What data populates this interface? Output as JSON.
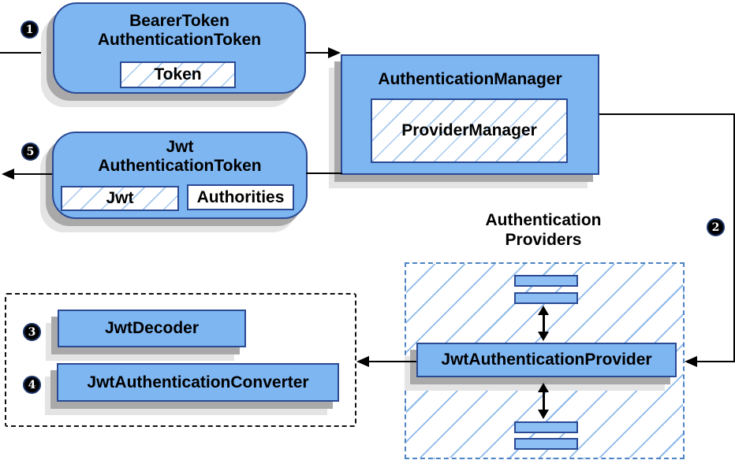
{
  "diagram": {
    "nodes": {
      "bearer": {
        "line1": "BearerToken",
        "line2": "AuthenticationToken",
        "chip": "Token"
      },
      "manager": {
        "title": "AuthenticationManager",
        "chip": "ProviderManager"
      },
      "jwt_token": {
        "line1": "Jwt",
        "line2": "AuthenticationToken",
        "chip1": "Jwt",
        "chip2": "Authorities"
      },
      "providers_label": {
        "line1": "Authentication",
        "line2": "Providers"
      },
      "jwt_auth_provider": {
        "title": "JwtAuthenticationProvider"
      },
      "jwt_decoder": {
        "title": "JwtDecoder"
      },
      "jwt_auth_converter": {
        "title": "JwtAuthenticationConverter"
      }
    },
    "steps": {
      "one": "1",
      "two": "2",
      "three": "3",
      "four": "4",
      "five": "5"
    },
    "colors": {
      "node_fill": "#7eb6f2",
      "bar_fill": "#8dbef4",
      "node_border": "#2a4a94",
      "hatch_line": "#a5c8ef",
      "container_hatch_line": "#8db9ea",
      "dashed_blue_border": "#4d82c3",
      "shadow_dark": "#a9a9a9",
      "shadow_light": "#e4e4e4",
      "arrow": "#000000"
    }
  }
}
